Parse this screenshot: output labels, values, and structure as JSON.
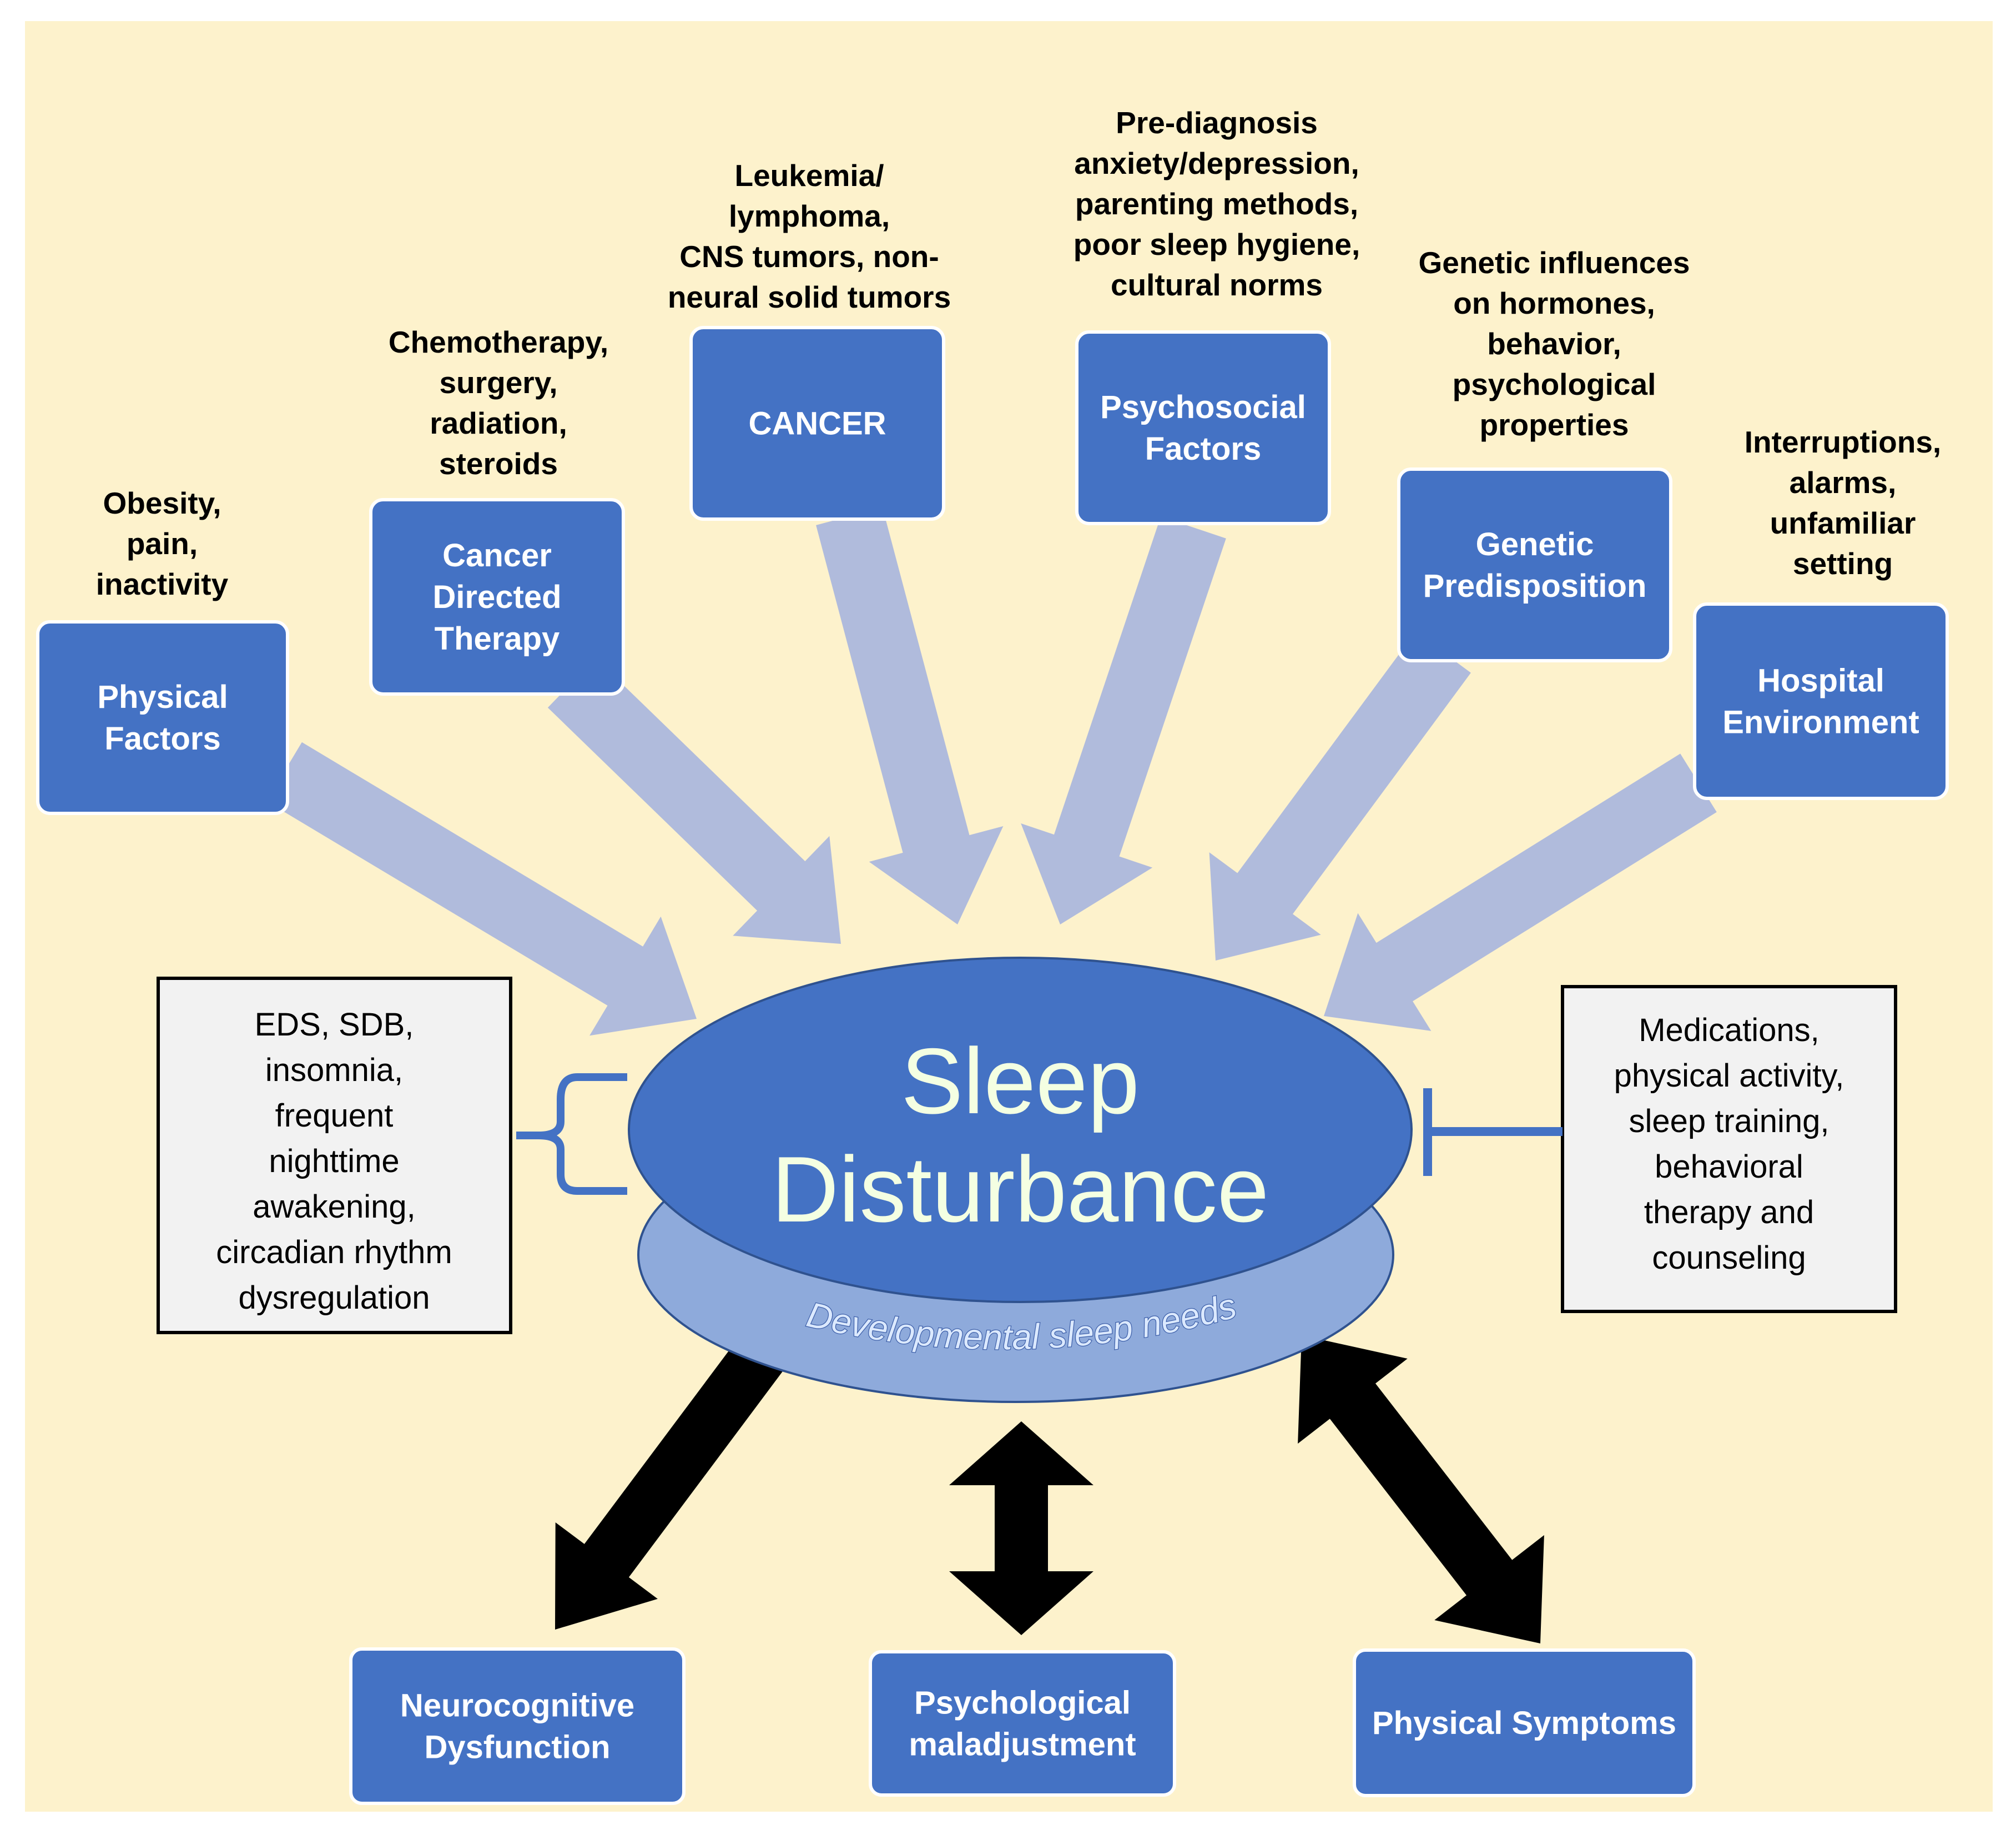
{
  "center": {
    "title_line1": "Sleep",
    "title_line2": "Disturbance",
    "base_label": "Developmental sleep needs"
  },
  "factors": [
    {
      "label": [
        "Physical",
        "Factors"
      ],
      "note": [
        "Obesity,",
        "pain,",
        "inactivity"
      ]
    },
    {
      "label": [
        "Cancer",
        "Directed",
        "Therapy"
      ],
      "note": [
        "Chemotherapy,",
        "surgery,",
        "radiation,",
        "steroids"
      ]
    },
    {
      "label": [
        "CANCER"
      ],
      "note": [
        "Leukemia/",
        "lymphoma,",
        "CNS tumors, non-",
        "neural solid tumors"
      ]
    },
    {
      "label": [
        "Psychosocial",
        "Factors"
      ],
      "note": [
        "Pre-diagnosis",
        "anxiety/depression,",
        "parenting methods,",
        "poor sleep hygiene,",
        "cultural norms"
      ]
    },
    {
      "label": [
        "Genetic",
        "Predisposition"
      ],
      "note": [
        "Genetic influences",
        "on hormones,",
        "behavior,",
        "psychological",
        "properties"
      ]
    },
    {
      "label": [
        "Hospital",
        "Environment"
      ],
      "note": [
        "Interruptions,",
        "alarms,",
        "unfamiliar",
        "setting"
      ]
    }
  ],
  "left_box": [
    "EDS, SDB,",
    "insomnia,",
    "frequent",
    "nighttime",
    "awakening,",
    "circadian rhythm",
    "dysregulation"
  ],
  "right_box": [
    "Medications,",
    "physical activity,",
    "sleep training,",
    "behavioral",
    "therapy and",
    "counseling"
  ],
  "outcomes": [
    {
      "label": [
        "Neurocognitive",
        "Dysfunction"
      ]
    },
    {
      "label": [
        "Psychological",
        "maladjustment"
      ]
    },
    {
      "label": [
        "Physical Symptoms"
      ]
    }
  ],
  "colors": {
    "background": "#fdf2cc",
    "box_fill": "#4472c4",
    "box_stroke": "#2f528f",
    "input_arrow": "#b0bbdc",
    "outcome_arrow": "#000000",
    "ellipse_top": "#4472c4",
    "ellipse_base": "#8eaadb",
    "side_box_fill": "#f2f2f2",
    "bracket": "#4472c4"
  }
}
